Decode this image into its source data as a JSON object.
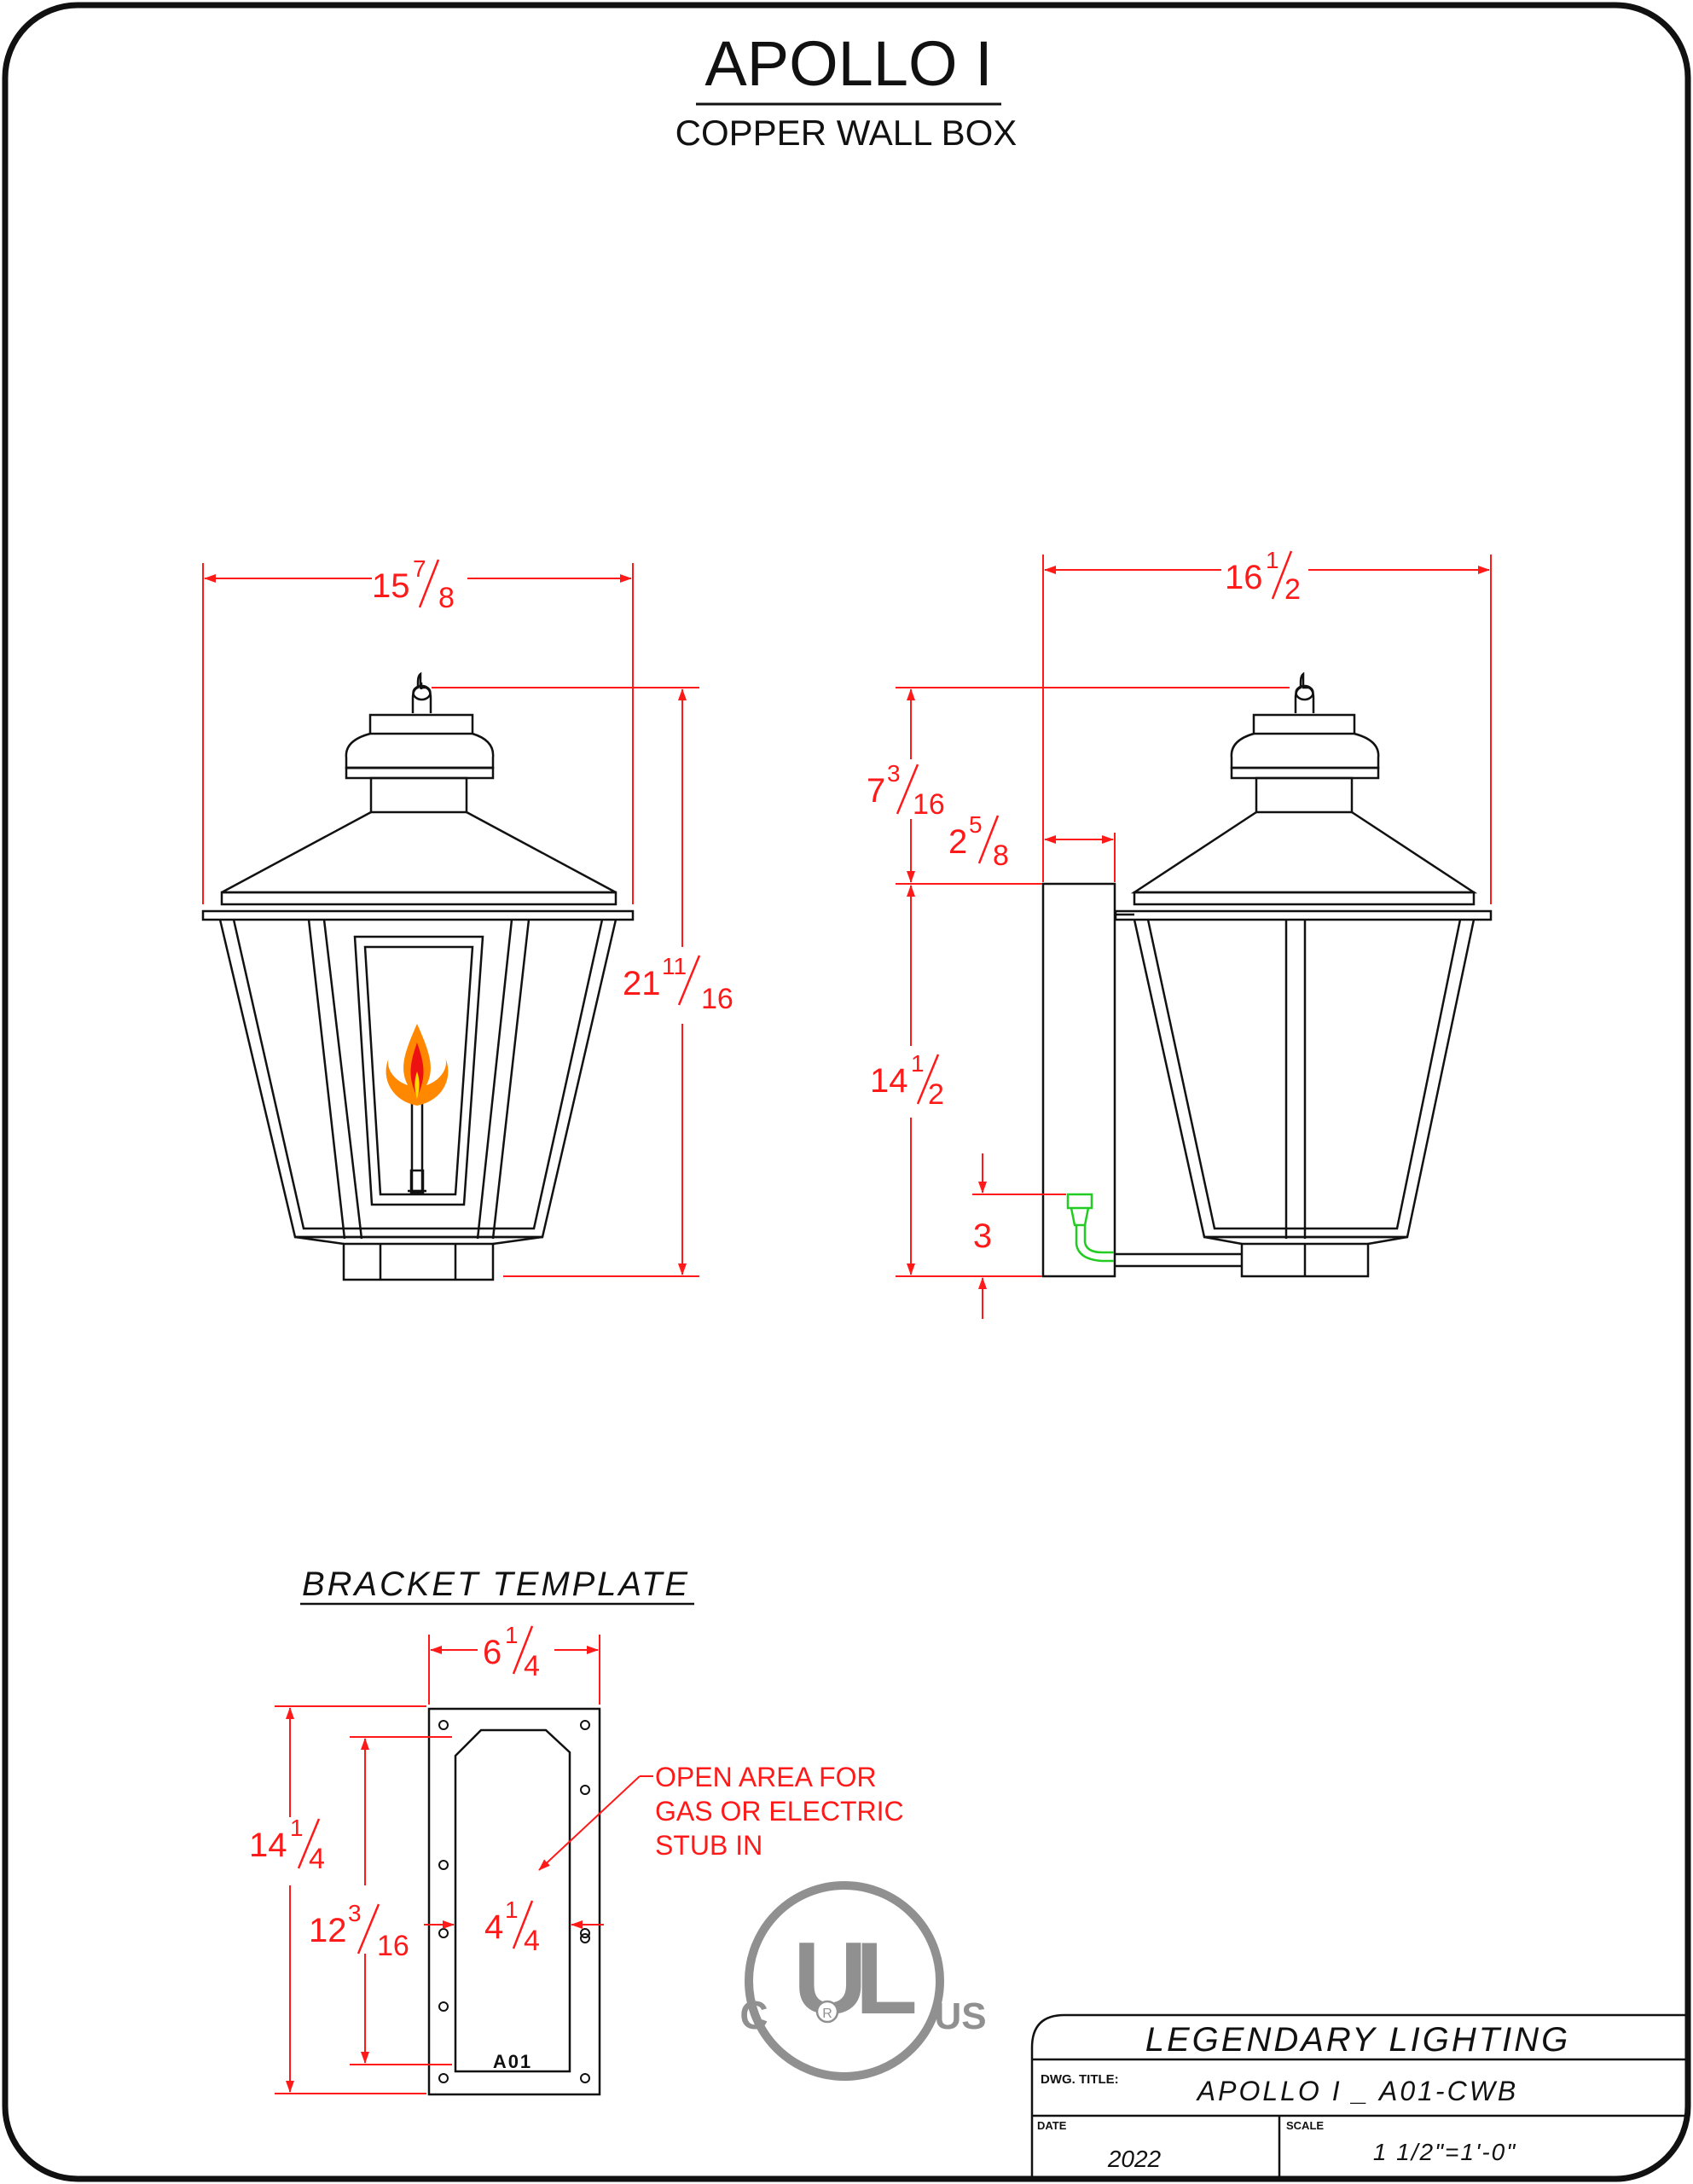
{
  "title": "APOLLO I",
  "subtitle": "COPPER WALL BOX",
  "front_view": {
    "width": {
      "whole": "15",
      "num": "7",
      "den": "8"
    },
    "height": {
      "whole": "21",
      "num": "11",
      "den": "16"
    }
  },
  "side_view": {
    "depth": {
      "whole": "16",
      "num": "1",
      "den": "2"
    },
    "top_height": {
      "whole": "7",
      "num": "3",
      "den": "16"
    },
    "offset": {
      "whole": "2",
      "num": "5",
      "den": "8"
    },
    "box_height": {
      "whole": "14",
      "num": "1",
      "den": "2"
    },
    "stub_height": "3"
  },
  "bracket": {
    "heading": "BRACKET TEMPLATE",
    "width": {
      "whole": "6",
      "num": "1",
      "den": "4"
    },
    "height": {
      "whole": "14",
      "num": "1",
      "den": "4"
    },
    "open_height": {
      "whole": "12",
      "num": "3",
      "den": "16"
    },
    "open_width": {
      "whole": "4",
      "num": "1",
      "den": "4"
    },
    "note_lines": [
      "OPEN AREA FOR",
      "GAS OR ELECTRIC",
      "STUB IN"
    ],
    "stamp": "A01"
  },
  "ul_logo": {
    "letters": "UL",
    "left": "C",
    "right": "US",
    "mark": "R"
  },
  "title_block": {
    "company": "LEGENDARY LIGHTING",
    "dwg_title_label": "DWG. TITLE:",
    "dwg_title_value": "APOLLO I _ A01-CWB",
    "date_label": "DATE",
    "date_value": "2022",
    "scale_label": "SCALE",
    "scale_value": "1 1/2\"=1'-0\""
  },
  "colors": {
    "dimension": "#ff1a1a",
    "line": "#111111",
    "gas": "#22cc22",
    "logo": "#909090"
  }
}
